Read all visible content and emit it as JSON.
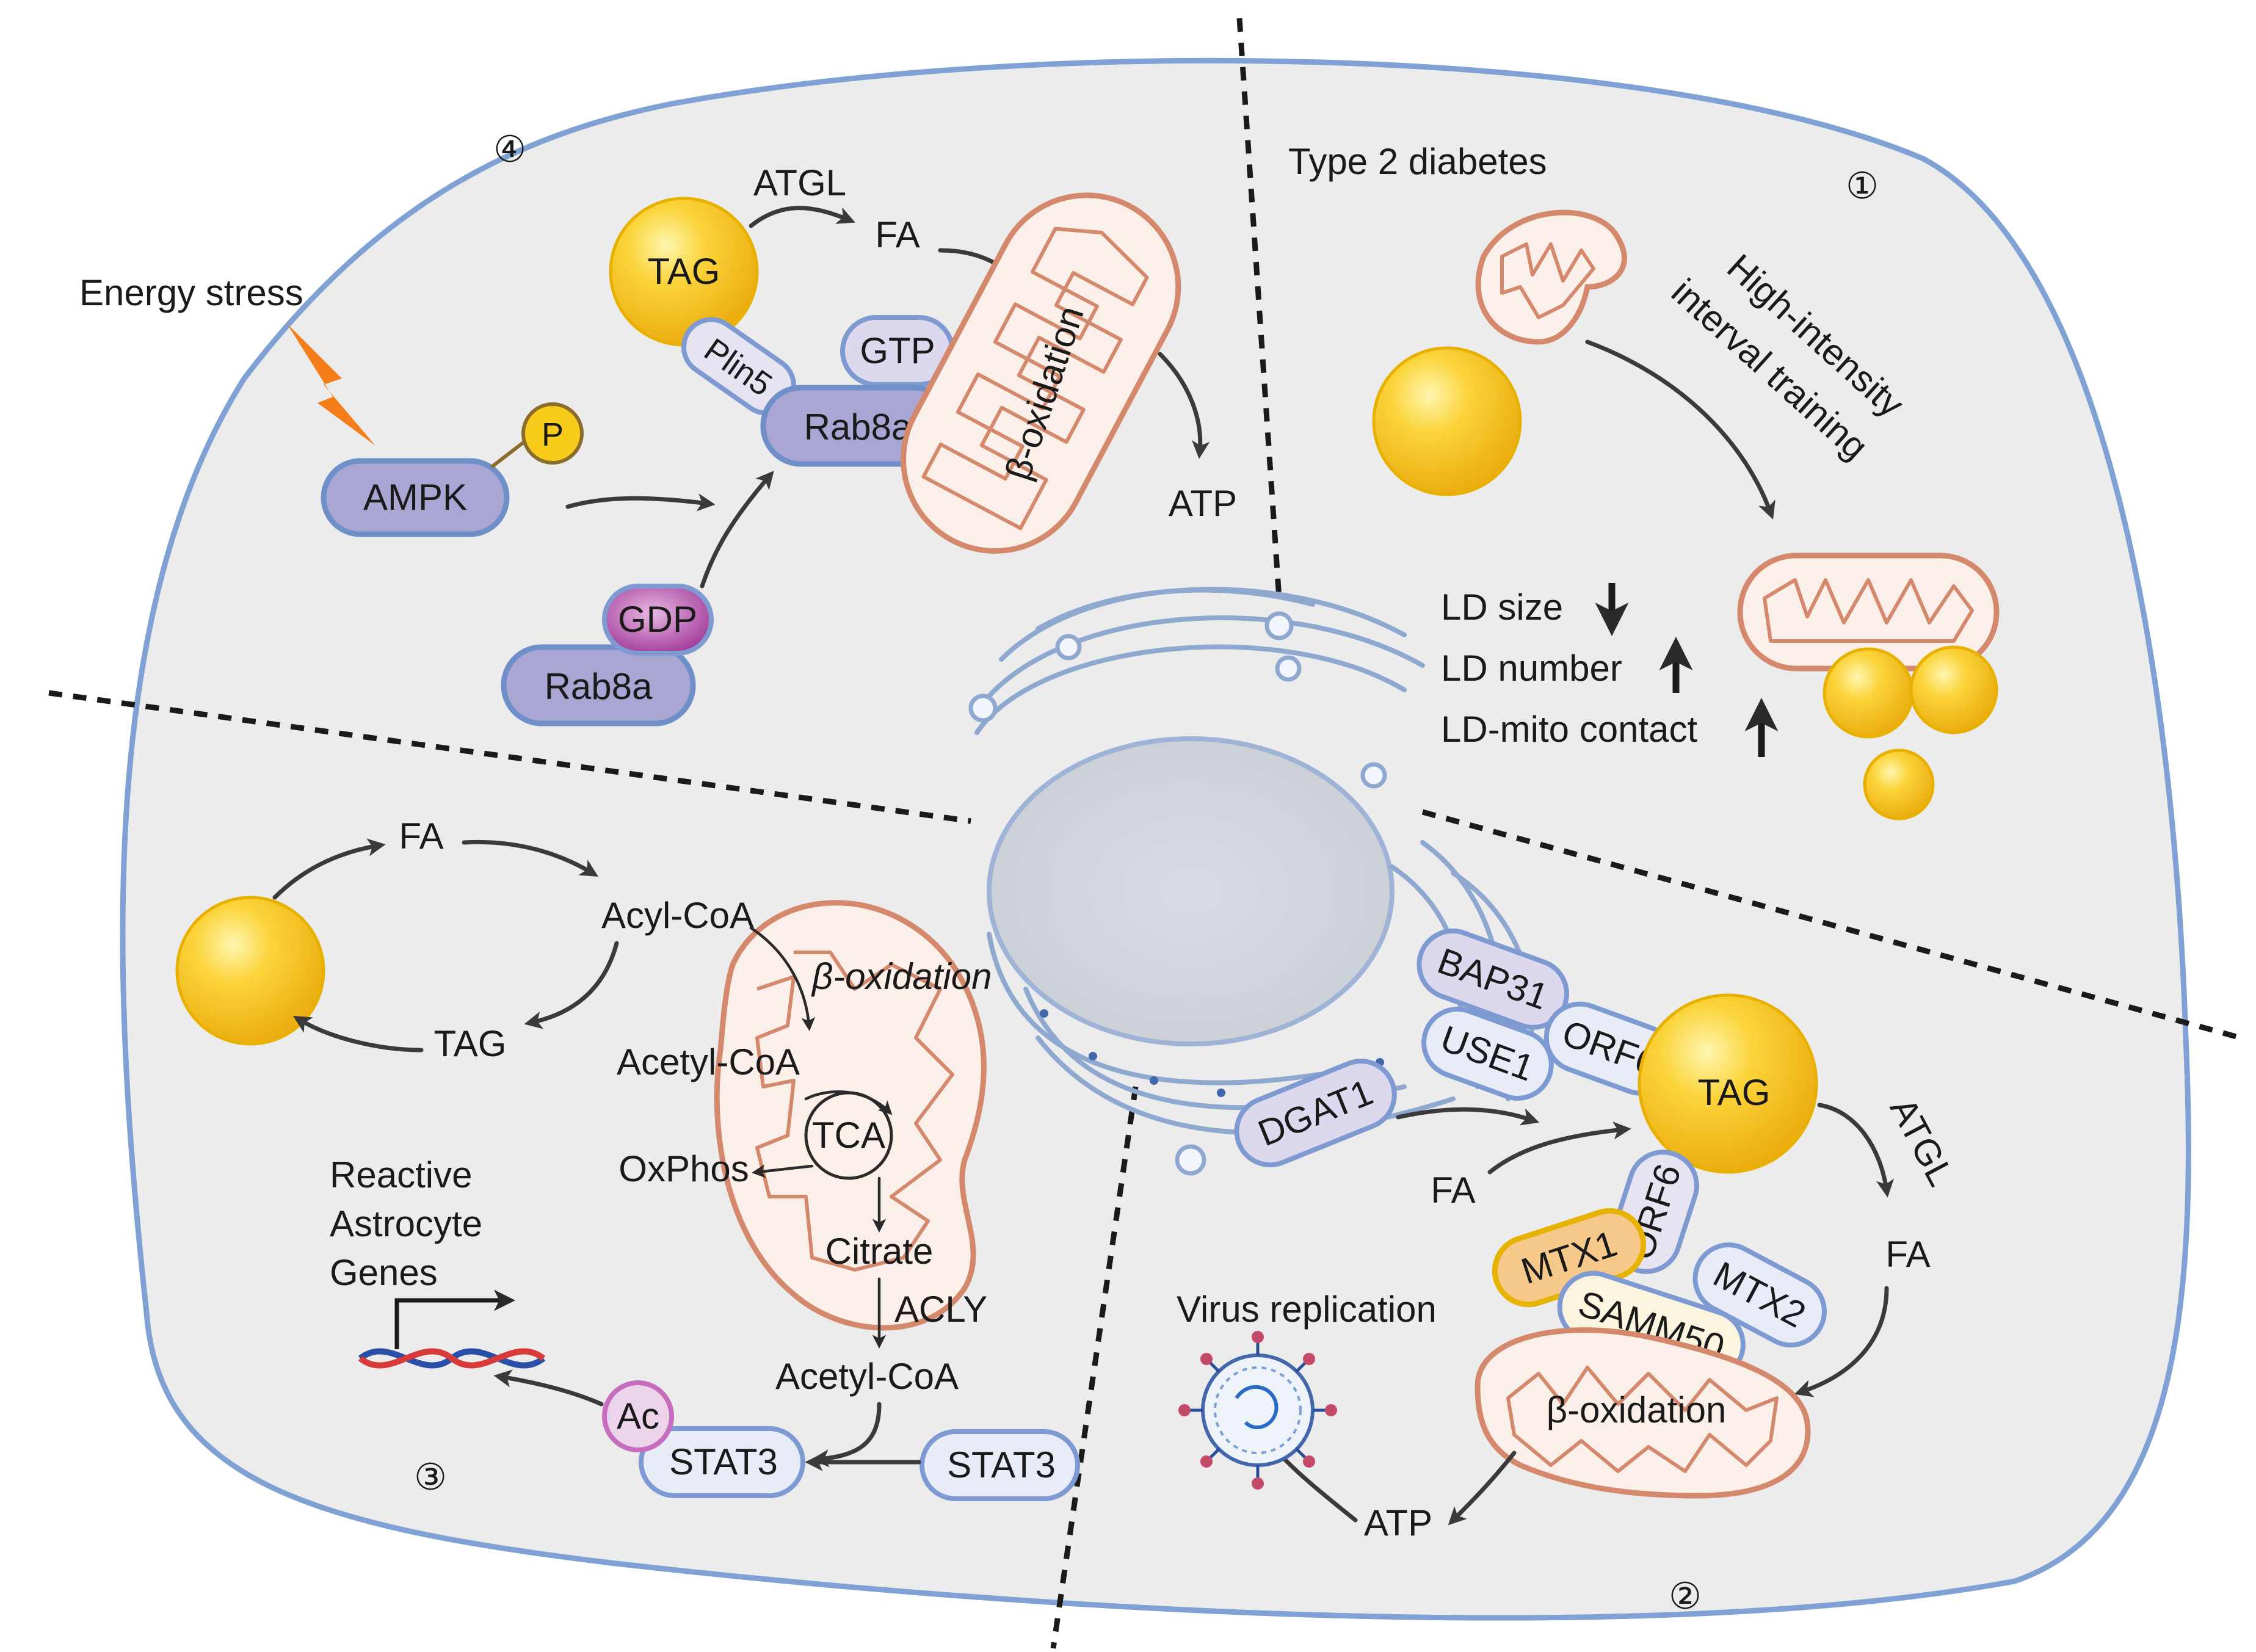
{
  "markers": {
    "m1": "①",
    "m2": "②",
    "m3": "③",
    "m4": "④"
  },
  "panel4": {
    "energy_stress": "Energy stress",
    "atgl": "ATGL",
    "fa": "FA",
    "tag": "TAG",
    "plin5": "Plin5",
    "gtp": "GTP",
    "rab8a_top": "Rab8a",
    "beta_oxidation": "β-oxidation",
    "atp": "ATP",
    "p": "P",
    "ampk": "AMPK",
    "gdp": "GDP",
    "rab8a_bottom": "Rab8a"
  },
  "panel1": {
    "title": "Type 2 diabetes",
    "hiit_line1": "High-intensity",
    "hiit_line2": "interval training",
    "ld_size": "LD size",
    "ld_number": "LD number",
    "ld_mito_contact": "LD-mito contact"
  },
  "panel3": {
    "fa": "FA",
    "acyl_coa": "Acyl-CoA",
    "tag": "TAG",
    "beta_oxidation": "β-oxidation",
    "acetyl_coa_1": "Acetyl-CoA",
    "tca": "TCA",
    "oxphos": "OxPhos",
    "citrate": "Citrate",
    "acly": "ACLY",
    "acetyl_coa_2": "Acetyl-CoA",
    "reactive_1": "Reactive",
    "reactive_2": "Astrocyte",
    "reactive_3": "Genes",
    "ac": "Ac",
    "stat3_ac": "STAT3",
    "stat3": "STAT3"
  },
  "panel2": {
    "bap31": "BAP31",
    "use1": "USE1",
    "orf6_top": "ORF6",
    "dgat1": "DGAT1",
    "tag": "TAG",
    "atgl": "ATGL",
    "fa_left": "FA",
    "fa_right": "FA",
    "orf6_mid": "ORF6",
    "mtx1": "MTX1",
    "mtx2": "MTX2",
    "samm50": "SAMM50",
    "virus_replication": "Virus replication",
    "beta_oxidation": "β-oxidation",
    "atp": "ATP"
  },
  "colors": {
    "cell_fill": "#ececec",
    "cell_border": "#7fa1d4",
    "lipid_droplet": "#f7c21a",
    "mitochondria": "#d4886c",
    "protein_purple": "#a9a6d4",
    "gdp_magenta": "#a23a9c",
    "energy_bolt": "#f47f1a"
  }
}
